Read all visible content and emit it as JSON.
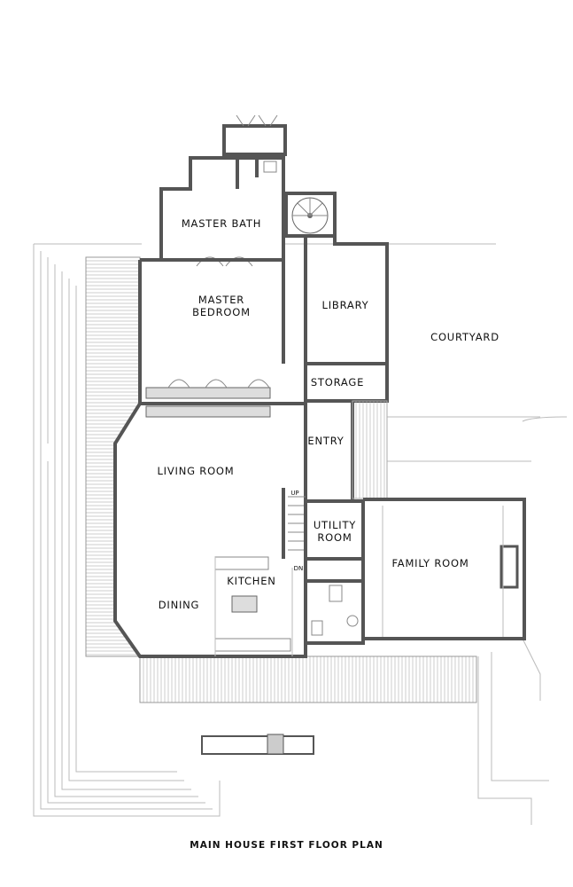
{
  "plan": {
    "title": "MAIN HOUSE FIRST FLOOR PLAN",
    "rooms": {
      "master_bath": "MASTER BATH",
      "master_bedroom_1": "MASTER",
      "master_bedroom_2": "BEDROOM",
      "library": "LIBRARY",
      "courtyard": "COURTYARD",
      "storage": "STORAGE",
      "entry": "ENTRY",
      "living_room": "LIVING ROOM",
      "utility_1": "UTILITY",
      "utility_2": "ROOM",
      "family_room": "FAMILY ROOM",
      "kitchen": "KITCHEN",
      "dining": "DINING"
    },
    "stair_up": "UP",
    "stair_down": "DN"
  }
}
